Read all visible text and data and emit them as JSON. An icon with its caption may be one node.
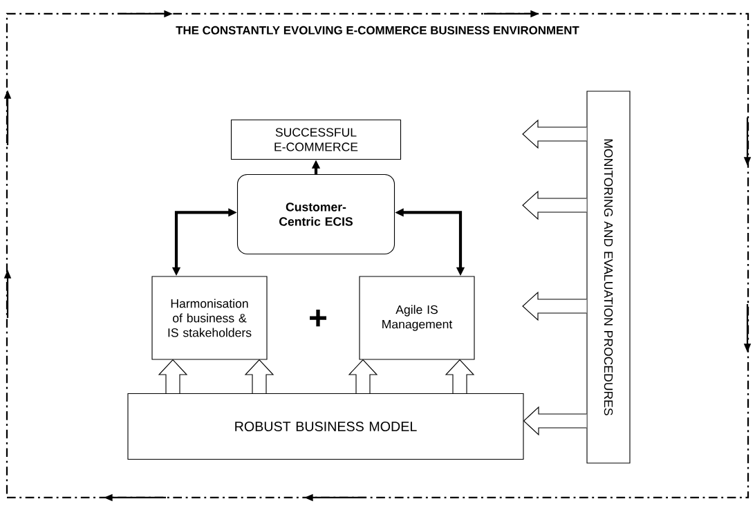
{
  "diagram": {
    "nodes": [
      {
        "text": [
          "THE CONSTANTLY EVOLVING E-COMMERCE BUSINESS ENVIRONMENT"
        ]
      },
      {
        "text": [
          "SUCCESSFUL E-COMMERCE"
        ],
        "in": 0
      },
      {
        "text": [
          "Customer-Centric ECIS"
        ],
        "in": 0
      },
      {
        "text": [
          "Harmonisation of business & IS stakeholders"
        ],
        "in": 0
      },
      {
        "text": [
          "Agile IS Management"
        ],
        "in": 0
      },
      {
        "text": [
          "ROBUST BUSINESS MODEL"
        ],
        "in": 0
      },
      {
        "text": [
          "MONITORING AND EVALUATION PROCEDURES"
        ],
        "in": 0
      }
    ],
    "edges": [
      {
        "from": 2,
        "to": 1,
        "arrow": "to"
      },
      {
        "from": 2,
        "to": 3,
        "arrow": "both"
      },
      {
        "from": 2,
        "to": 4,
        "arrow": "both"
      },
      {
        "from": 5,
        "to": 3,
        "arrow": "to",
        "style": "thick"
      },
      {
        "from": 5,
        "to": 3,
        "arrow": "to",
        "style": "thick"
      },
      {
        "from": 5,
        "to": 4,
        "arrow": "to",
        "style": "thick"
      },
      {
        "from": 5,
        "to": 4,
        "arrow": "to",
        "style": "thick"
      },
      {
        "from": 6,
        "to": null,
        "arrow": "to",
        "style": "thick"
      },
      {
        "from": 6,
        "to": null,
        "arrow": "to",
        "style": "thick"
      },
      {
        "from": 6,
        "to": null,
        "arrow": "to",
        "style": "thick"
      },
      {
        "from": 6,
        "to": 5,
        "arrow": "to",
        "style": "thick"
      }
    ],
    "labels": [
      "+"
    ]
  }
}
